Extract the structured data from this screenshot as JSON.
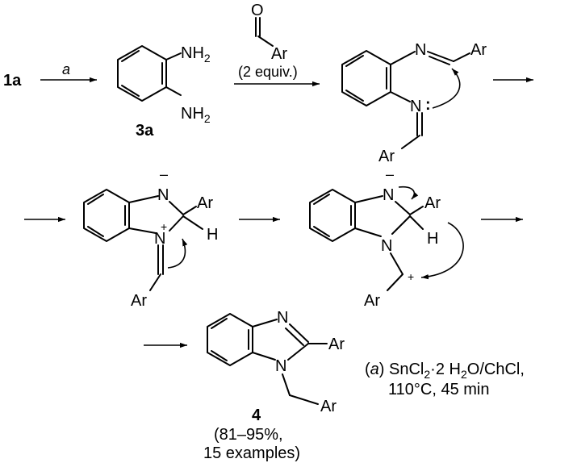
{
  "start_compound": "1a",
  "step1_reagent": "a",
  "aldehyde": {
    "oxygen": "O",
    "aryl": "Ar",
    "equiv": "(2 equiv.)"
  },
  "diamine": {
    "amine1": "NH",
    "amine2": "NH",
    "subscript": "2",
    "label": "3a"
  },
  "diimine": {
    "n1": "N",
    "n2": "N",
    "ar1": "Ar",
    "ar2": "Ar",
    "lone_pair": ":"
  },
  "intermediate1": {
    "n_top": "N",
    "n_bottom": "N",
    "minus": "–",
    "plus": "+",
    "ar_top": "Ar",
    "h": "H",
    "ar_bottom": "Ar"
  },
  "intermediate2": {
    "n_top": "N",
    "n_bottom": "N",
    "minus": "–",
    "plus": "+",
    "ar_top": "Ar",
    "h": "H",
    "ar_bottom": "Ar"
  },
  "product": {
    "n_top": "N",
    "n_bottom": "N",
    "ar_top": "Ar",
    "ar_bottom": "Ar",
    "label": "4",
    "yield": "(81–95%,",
    "examples": "15 examples)"
  },
  "conditions": {
    "open": "(",
    "letter": "a",
    "close": ")",
    "reagent_a": " SnCl",
    "sub_a": "2",
    "dot1": "·",
    "reagent_b": "2 H",
    "sub_b": "2",
    "reagent_c": "O/ChCl,",
    "line2": "110°C, 45 min"
  }
}
